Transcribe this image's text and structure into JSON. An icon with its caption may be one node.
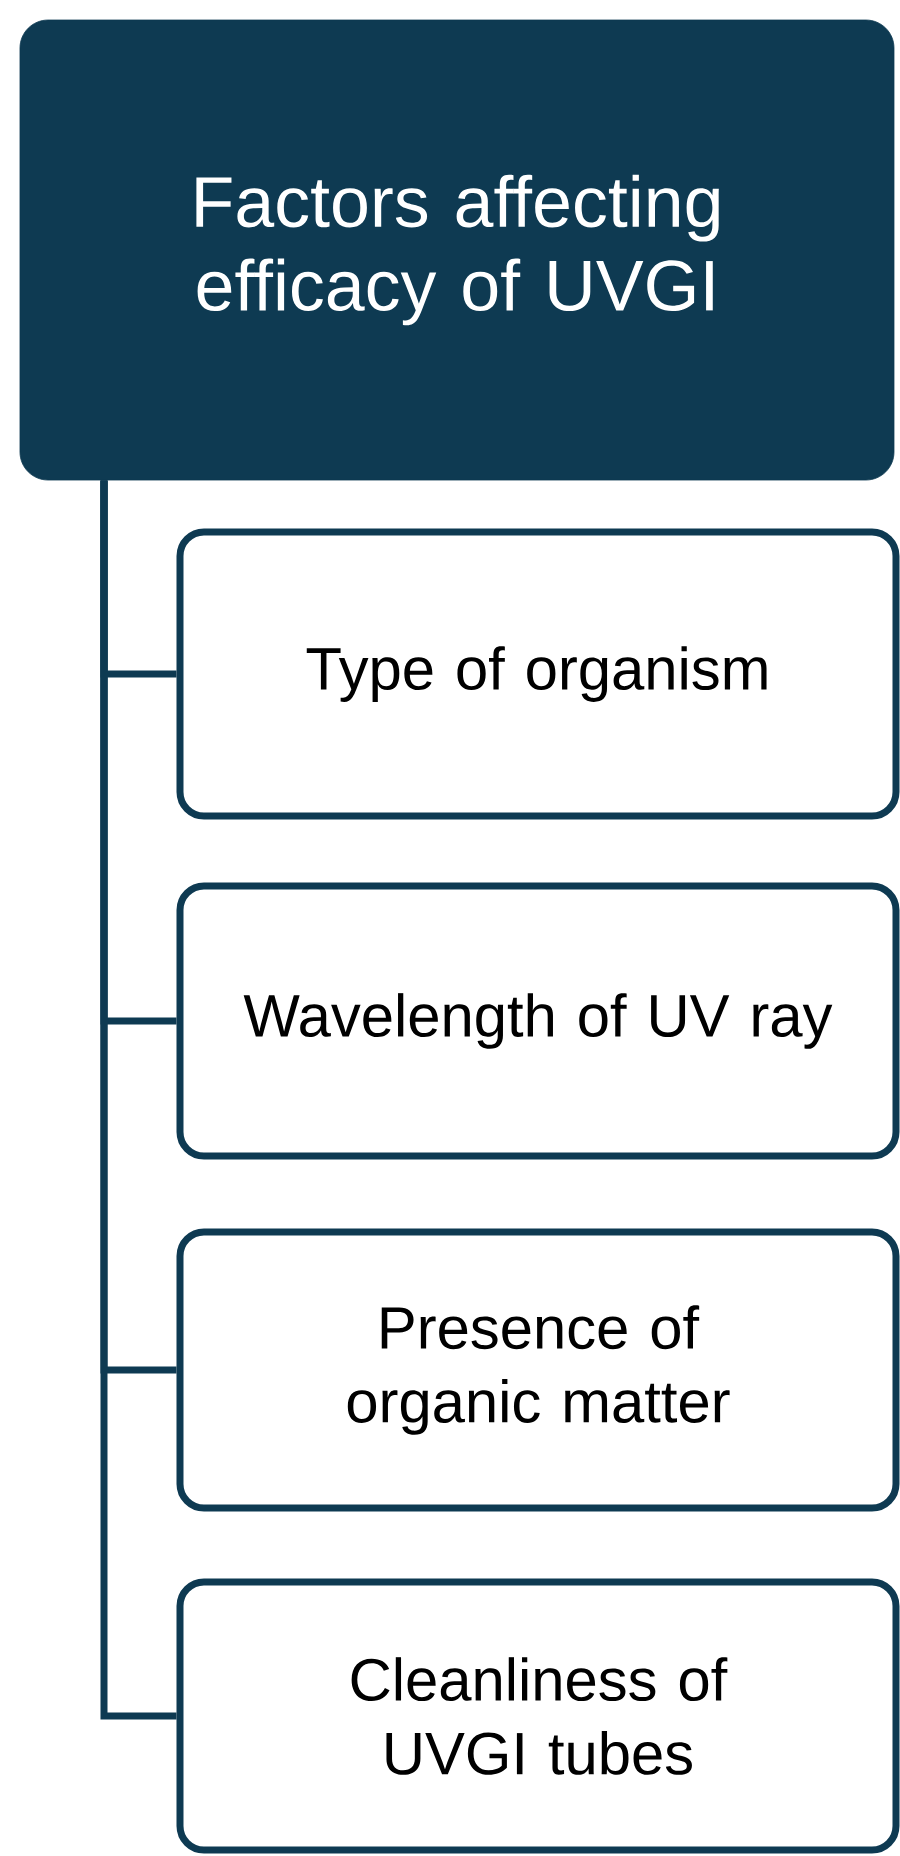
{
  "diagram": {
    "nodes": [
      {
        "text": [
          "Factors affecting efficacy of UVGI"
        ]
      },
      {
        "text": [
          "Type of organism"
        ]
      },
      {
        "text": [
          "Wavelength of UV ray"
        ]
      },
      {
        "text": [
          "Presence of organic matter"
        ]
      },
      {
        "text": [
          "Cleanliness of UVGI tubes"
        ]
      }
    ],
    "edges": [
      {
        "from": 0,
        "to": 1,
        "arrow": "none"
      },
      {
        "from": 0,
        "to": 2,
        "arrow": "none"
      },
      {
        "from": 0,
        "to": 3,
        "arrow": "none"
      },
      {
        "from": 0,
        "to": 4,
        "arrow": "none"
      }
    ]
  }
}
